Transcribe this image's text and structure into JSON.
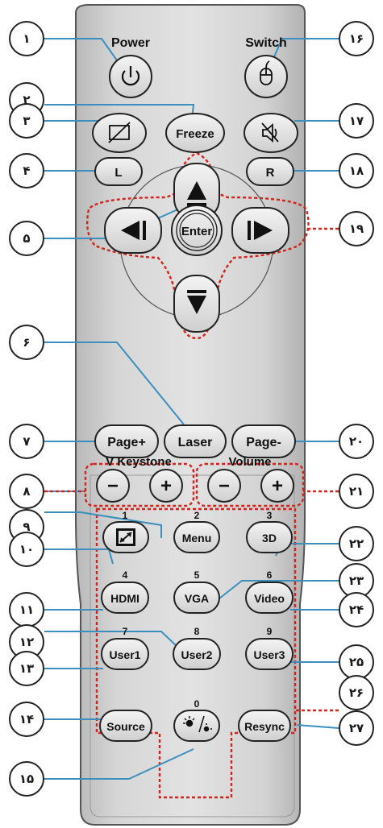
{
  "remote": {
    "power_label": "Power",
    "switch_label": "Switch",
    "freeze": "Freeze",
    "l": "L",
    "r": "R",
    "enter": "Enter",
    "laser": "Laser",
    "page_plus": "Page+",
    "page_minus": "Page-",
    "v_keystone_label": "V Keystone",
    "volume_label": "Volume",
    "minus": "−",
    "plus": "+",
    "keys": [
      {
        "num": "1",
        "label": ""
      },
      {
        "num": "2",
        "label": "Menu"
      },
      {
        "num": "3",
        "label": "3D"
      },
      {
        "num": "4",
        "label": "HDMI"
      },
      {
        "num": "5",
        "label": "VGA"
      },
      {
        "num": "6",
        "label": "Video"
      },
      {
        "num": "7",
        "label": "User1"
      },
      {
        "num": "8",
        "label": "User2"
      },
      {
        "num": "9",
        "label": "User3"
      },
      {
        "num": "0",
        "label": ""
      }
    ],
    "source": "Source",
    "resync": "Resync"
  },
  "callouts": [
    "١",
    "٢",
    "٣",
    "۴",
    "۵",
    "۶",
    "٧",
    "٨",
    "٩",
    "١٠",
    "١١",
    "١٢",
    "١٣",
    "١۴",
    "١۵",
    "١۶",
    "١٧",
    "١٨",
    "١٩",
    "٢٠",
    "٢١",
    "٢٢",
    "٢٣",
    "٢۴",
    "٢۵",
    "٢۶",
    "٢٧"
  ],
  "colors": {
    "body": "#d2d2d2",
    "leader_line": "#3a8fbf",
    "highlight": "#d4231c",
    "highlight_fill": "#f2e600"
  }
}
